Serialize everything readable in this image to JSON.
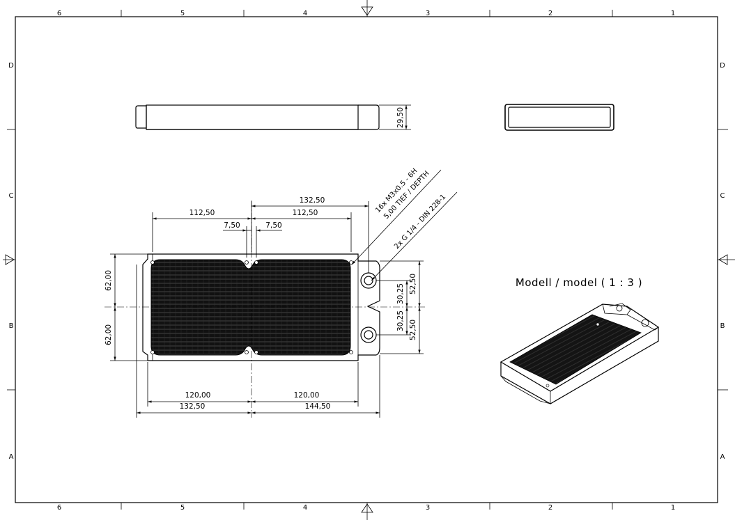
{
  "sheet": {
    "zones_columns": [
      "6",
      "5",
      "4",
      "3",
      "2",
      "1"
    ],
    "zones_rows": [
      "D",
      "C",
      "B",
      "A"
    ]
  },
  "side_view": {
    "height_dim": "29,50"
  },
  "front_view": {
    "dims_top": [
      "132,50",
      "112,50",
      "112,50",
      "7,50",
      "7,50"
    ],
    "dims_left": [
      "62,00",
      "62,00"
    ],
    "dims_right": [
      "30,25",
      "30,25",
      "52,50",
      "52,50"
    ],
    "dims_bottom": [
      "120,00",
      "120,00",
      "132,50",
      "144,50"
    ],
    "note_thread_line1": "16x M3x0.5 - 6H",
    "note_thread_line2": "5,00 TIEF / DEPTH",
    "note_port": "2x G 1/4 - DIN 228-1"
  },
  "iso_view": {
    "title": "Modell / model ( 1 : 3 )"
  }
}
